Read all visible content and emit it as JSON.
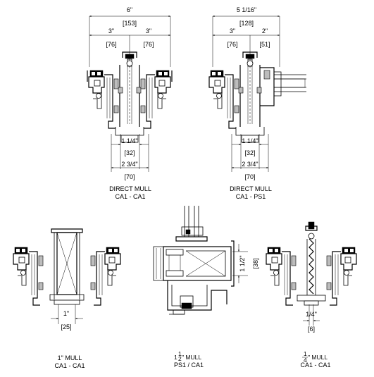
{
  "details": [
    {
      "id": "direct-mull-ca1-ca1",
      "caption_line1": "DIRECT MULL",
      "caption_line2": "CA1 - CA1",
      "dims": {
        "overall": "6\"",
        "overall_mm": "[153]",
        "left": "3\"",
        "left_mm": "[76]",
        "right": "3\"",
        "right_mm": "[76]",
        "gap": "1 1/4\"",
        "gap_mm": "[32]",
        "depth": "2 3/4\"",
        "depth_mm": "[70]"
      }
    },
    {
      "id": "direct-mull-ca1-ps1",
      "caption_line1": "DIRECT MULL",
      "caption_line2": "CA1 - PS1",
      "dims": {
        "overall": "5 1/16\"",
        "overall_mm": "[128]",
        "left": "3\"",
        "left_mm": "[76]",
        "right": "2\"",
        "right_mm": "[51]",
        "gap": "1 1/4\"",
        "gap_mm": "[32]",
        "depth": "2 3/4\"",
        "depth_mm": "[70]"
      }
    },
    {
      "id": "one-inch-mull",
      "caption_line1": "1\" MULL",
      "caption_line2": "CA1 - CA1",
      "dims": {
        "width": "1\"",
        "width_mm": "[25]"
      }
    },
    {
      "id": "one-and-half-inch-mull",
      "caption_whole": "1",
      "caption_num": "1",
      "caption_den": "2",
      "caption_rest": "\" MULL",
      "caption_line2": "PS1 / CA1",
      "dims": {
        "height": "1 1/2\"",
        "height_mm": "[38]"
      }
    },
    {
      "id": "quarter-inch-mull",
      "caption_num": "1",
      "caption_den": "4",
      "caption_rest": "\" MULL",
      "caption_line2": "CA1 - CA1",
      "dims": {
        "width": "1/4\"",
        "width_mm": "[6]"
      }
    }
  ]
}
